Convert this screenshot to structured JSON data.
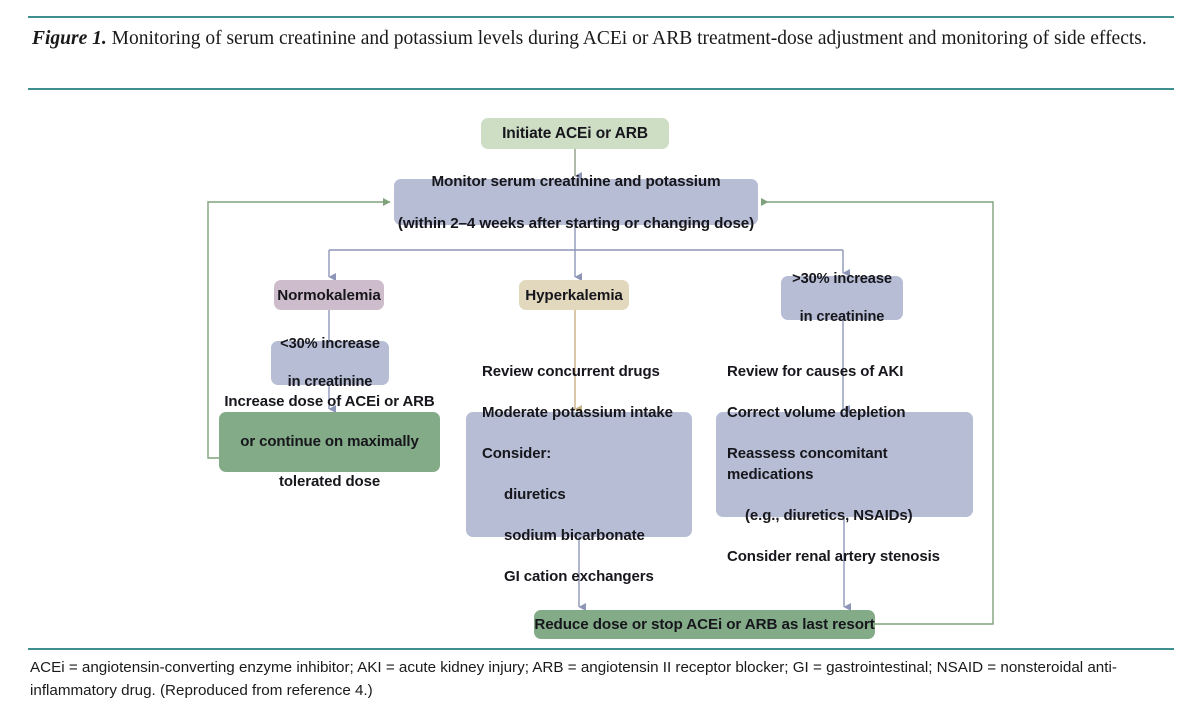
{
  "figure": {
    "label": "Figure 1.",
    "caption": " Monitoring of serum creatinine and potassium levels during ACEi or ARB treatment-dose adjustment and monitoring of side effects."
  },
  "footnote": "ACEi = angiotensin-converting enzyme inhibitor; AKI = acute kidney injury; ARB = angiotensin II receptor blocker; GI = gastrointestinal; NSAID = nonsteroidal anti-inflammatory drug. (Reproduced from reference 4.)",
  "colors": {
    "rule": "#3f8f91",
    "green_light": "#cedec5",
    "green_dark": "#83ab87",
    "blue": "#b6bdd4",
    "mauve": "#cdbccb",
    "tan": "#e2d8bd",
    "arrow_blue": "#8e96b8",
    "arrow_green": "#7fa27c",
    "arrow_tan": "#c7b182"
  },
  "chart_data": {
    "type": "diagram",
    "title": "Monitoring of serum creatinine and potassium levels during ACEi or ARB treatment",
    "nodes": [
      {
        "id": "initiate",
        "label": "Initiate ACEi or ARB",
        "color": "green_light"
      },
      {
        "id": "monitor",
        "line1": "Monitor serum creatinine and potassium",
        "line2": "(within 2–4 weeks after starting or changing dose)",
        "color": "blue"
      },
      {
        "id": "normokalemia",
        "label": "Normokalemia",
        "color": "mauve"
      },
      {
        "id": "hyperkalemia",
        "label": "Hyperkalemia",
        "color": "tan"
      },
      {
        "id": "cr-increase-over-30",
        "line1": ">30% increase",
        "line2": "in creatinine",
        "color": "blue"
      },
      {
        "id": "cr-increase-under-30",
        "line1": "<30% increase",
        "line2": "in creatinine",
        "color": "blue"
      },
      {
        "id": "increase-dose",
        "line1": "Increase dose of ACEi or ARB",
        "line2": "or continue on maximally",
        "line3": "tolerated dose",
        "color": "green_dark"
      },
      {
        "id": "review-potassium",
        "lines": [
          "Review concurrent drugs",
          "Moderate potassium intake",
          "Consider:",
          "diuretics",
          "sodium bicarbonate",
          "GI cation exchangers"
        ],
        "color": "blue"
      },
      {
        "id": "review-aki",
        "lines": [
          "Review for causes of AKI",
          "Correct volume depletion",
          "Reassess concomitant medications",
          "(e.g., diuretics, NSAIDs)",
          "Consider renal artery stenosis"
        ],
        "color": "blue"
      },
      {
        "id": "reduce-dose",
        "label": "Reduce dose or stop ACEi or ARB as last resort",
        "color": "green_dark"
      }
    ],
    "edges": [
      {
        "from": "initiate",
        "to": "monitor"
      },
      {
        "from": "monitor",
        "to": "normokalemia"
      },
      {
        "from": "monitor",
        "to": "hyperkalemia"
      },
      {
        "from": "monitor",
        "to": "cr-increase-over-30"
      },
      {
        "from": "normokalemia",
        "to": "cr-increase-under-30"
      },
      {
        "from": "cr-increase-under-30",
        "to": "increase-dose"
      },
      {
        "from": "hyperkalemia",
        "to": "review-potassium"
      },
      {
        "from": "cr-increase-over-30",
        "to": "review-aki"
      },
      {
        "from": "review-potassium",
        "to": "reduce-dose"
      },
      {
        "from": "review-aki",
        "to": "reduce-dose"
      },
      {
        "from": "increase-dose",
        "to": "monitor",
        "style": "feedback-left"
      },
      {
        "from": "reduce-dose",
        "to": "monitor",
        "style": "feedback-right"
      }
    ]
  }
}
